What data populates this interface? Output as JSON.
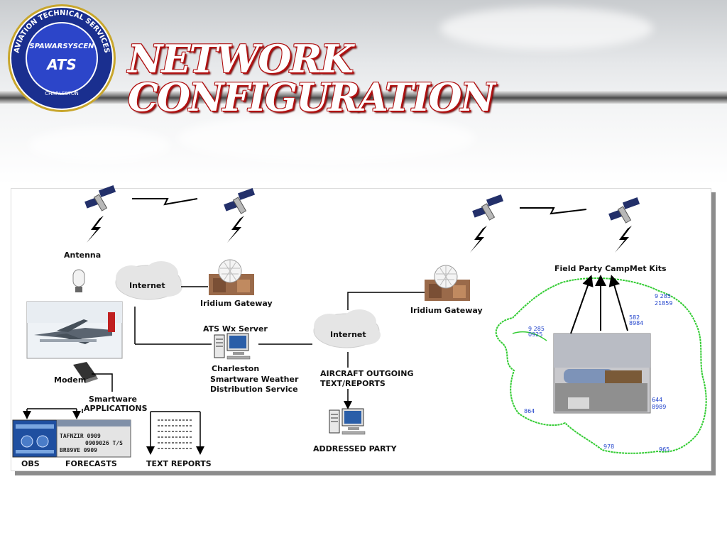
{
  "title": "NETWORK CONFIGURATION",
  "logo": {
    "ring_text": "AVIATION TECHNICAL SERVICES",
    "line1": "SPAWARSYSCEN",
    "line2": "ATS",
    "bottom": "CHARLESTON"
  },
  "labels": {
    "antenna": "Antenna",
    "internet_left": "Internet",
    "iridium_gateway_left": "Iridium Gateway",
    "ats_wx_server": "ATS Wx Server",
    "charleston": "Charleston",
    "smartware_weather_1": "Smartware Weather",
    "smartware_weather_2": "Distribution Service",
    "modem": "Modem",
    "smartware_apps_1": "Smartware",
    "smartware_apps_2": "APPLICATIONS",
    "obs": "OBS",
    "forecasts": "FORECASTS",
    "text_reports": "TEXT REPORTS",
    "internet_center": "Internet",
    "aircraft_outgoing_1": "AIRCRAFT OUTGOING",
    "aircraft_outgoing_2": "TEXT/REPORTS",
    "addressed_party": "ADDRESSED PARTY",
    "iridium_gateway_right": "Iridium Gateway",
    "field_party": "Field Party CampMet Kits"
  },
  "forecast_thumb": {
    "line1": "TAFNZIR 0909",
    "line2": "0909026 T/S",
    "line3": "BR89VE 0909"
  },
  "map_readings": {
    "r1": "9 285",
    "r2": "21859",
    "r3": "582",
    "r4": "8984",
    "r5": "0925",
    "r6": "644",
    "r7": "8989",
    "r8": "864",
    "r9": "978",
    "r10": "965"
  },
  "colors": {
    "title_outline": "#b01010",
    "map_coast": "#33cc33",
    "map_text": "#2244cc"
  }
}
